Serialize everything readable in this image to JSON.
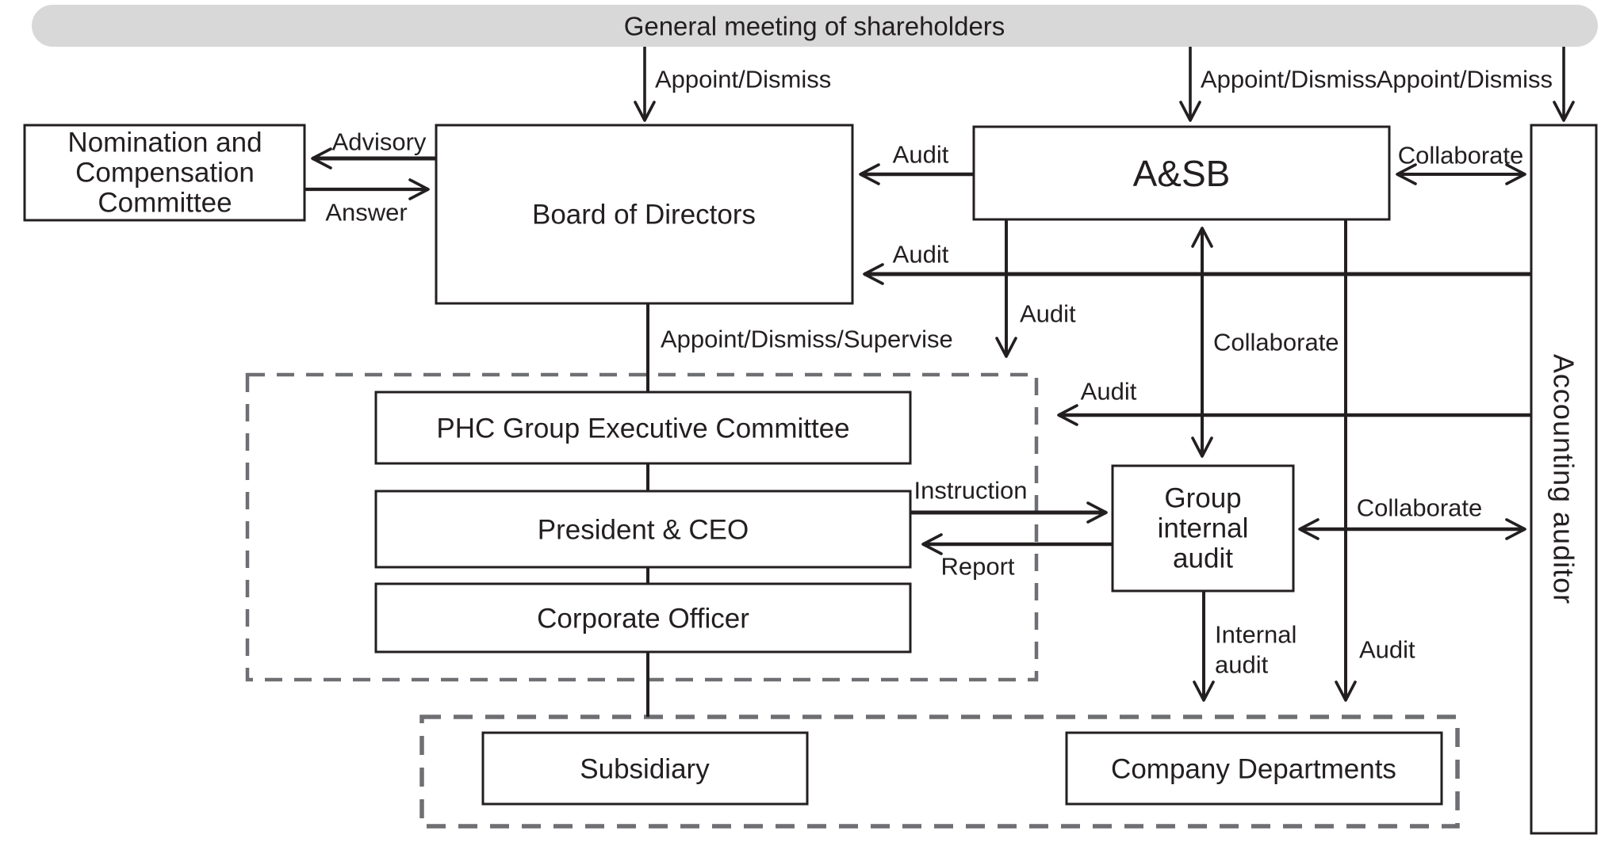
{
  "title": "Corporate governance structure diagram",
  "colors": {
    "line": "#231f20",
    "pill_fill": "#d8d8d8",
    "dashed_border": "#6e6f72",
    "box_fill": "#ffffff",
    "background": "#ffffff"
  },
  "pill": {
    "label": "General meeting of shareholders"
  },
  "boxes": {
    "nomination_committee": {
      "lines": [
        "Nomination and",
        "Compensation",
        "Committee"
      ]
    },
    "board": {
      "label": "Board of Directors"
    },
    "asb": {
      "label": "A&SB"
    },
    "accounting_auditor": {
      "label": "Accounting auditor"
    },
    "phc_executive_committee": {
      "label": "PHC Group Executive Committee"
    },
    "president_ceo": {
      "label": "President & CEO"
    },
    "corporate_officer": {
      "label": "Corporate Officer"
    },
    "group_internal_audit": {
      "lines": [
        "Group",
        "internal",
        "audit"
      ]
    },
    "subsidiary": {
      "label": "Subsidiary"
    },
    "company_departments": {
      "label": "Company Departments"
    }
  },
  "edges": {
    "appoint_dismiss_board": "Appoint/Dismiss",
    "appoint_dismiss_asb": "Appoint/Dismiss",
    "appoint_dismiss_auditor": "Appoint/Dismiss",
    "advisory": "Advisory",
    "answer": "Answer",
    "audit_asb_to_board": "Audit",
    "audit_auditor_to_board": "Audit",
    "audit_asb_down": "Audit",
    "audit_auditor_to_executives": "Audit",
    "audit_asb_to_departments": "Audit",
    "collaborate_asb_auditor": "Collaborate",
    "collaborate_asb_gia": "Collaborate",
    "collaborate_gia_auditor": "Collaborate",
    "appoint_dismiss_supervise": "Appoint/Dismiss/Supervise",
    "instruction": "Instruction",
    "report": "Report",
    "internal_audit": {
      "lines": [
        "Internal",
        "audit"
      ]
    }
  }
}
